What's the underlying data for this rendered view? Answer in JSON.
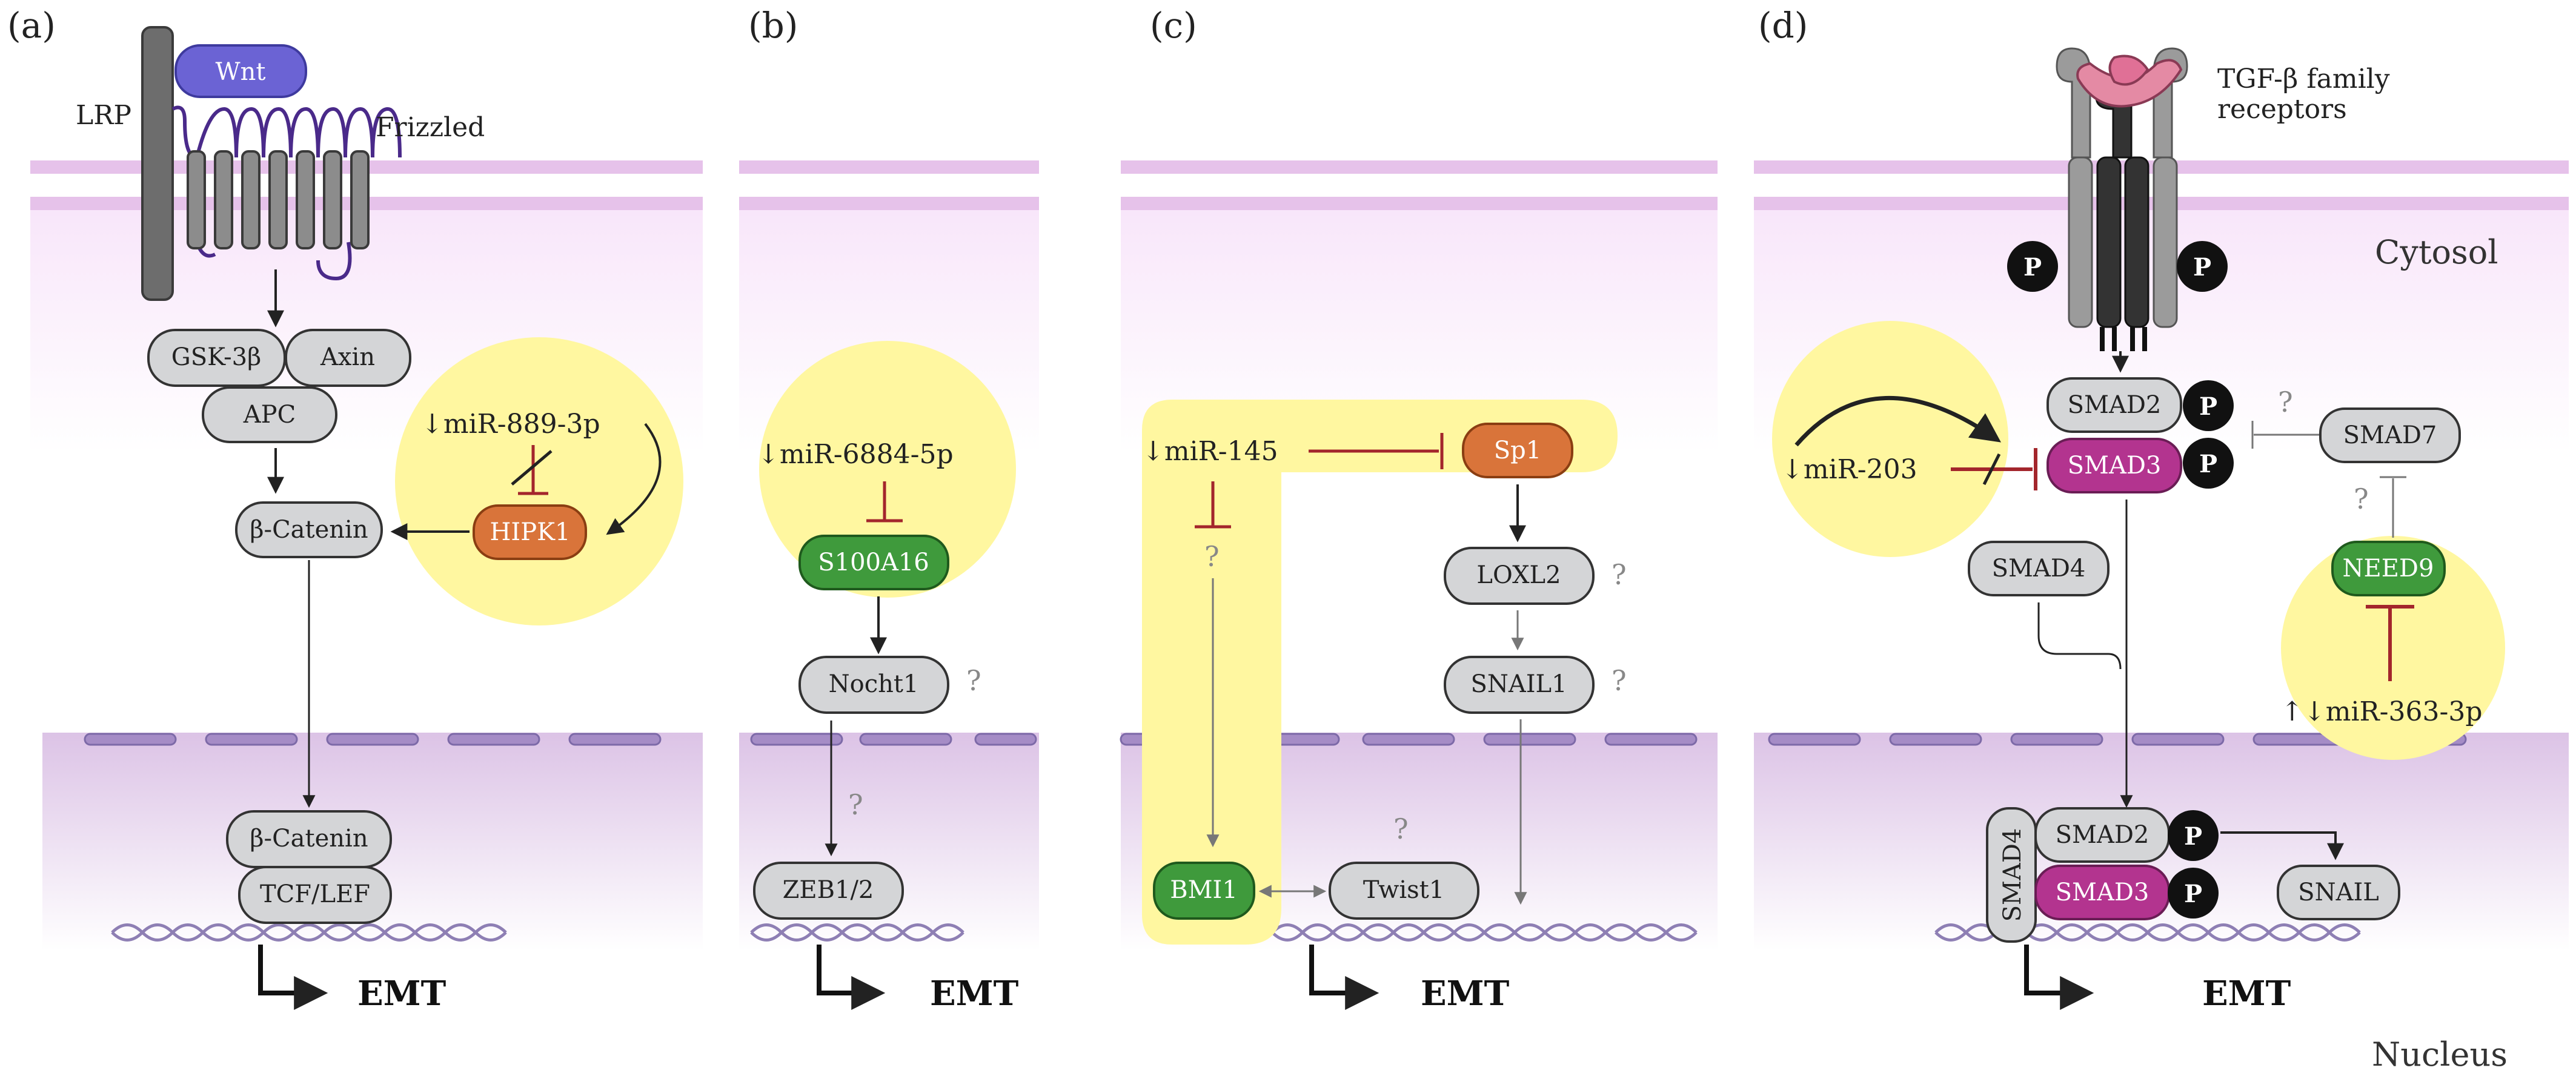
{
  "panels": {
    "a": {
      "label": "(a)",
      "lrp": "LRP",
      "wnt": "Wnt",
      "frizzled": "Frizzled",
      "gsk": "GSK-3β",
      "axin": "Axin",
      "apc": "APC",
      "bcat": "β-Catenin",
      "mir": "↓miR-889-3p",
      "hipk1": "HIPK1",
      "bcat_nuc": "β-Catenin",
      "tcf": "TCF/LEF",
      "emt": "EMT"
    },
    "b": {
      "label": "(b)",
      "mir": "↓miR-6884-5p",
      "s100": "S100A16",
      "nocht": "Nocht1",
      "zeb": "ZEB1/2",
      "emt": "EMT"
    },
    "c": {
      "label": "(c)",
      "mir": "↓miR-145",
      "sp1": "Sp1",
      "loxl2": "LOXL2",
      "snail1": "SNAIL1",
      "bmi1": "BMI1",
      "twist": "Twist1",
      "emt": "EMT"
    },
    "d": {
      "label": "(d)",
      "receptors_line1": "TGF-β family",
      "receptors_line2": "receptors",
      "p": "P",
      "smad2": "SMAD2",
      "smad3": "SMAD3",
      "smad7": "SMAD7",
      "smad4": "SMAD4",
      "mir203": "↓miR-203",
      "need9": "NEED9",
      "mir363": "↑↓miR-363-3p",
      "smad2_nuc": "SMAD2",
      "smad3_nuc": "SMAD3",
      "smad4_nuc": "SMAD4",
      "snail": "SNAIL",
      "emt": "EMT"
    }
  },
  "regions": {
    "cytosol": "Cytosol",
    "nucleus": "Nucleus"
  },
  "question_mark": "?",
  "colors": {
    "membrane": "#e3bde6",
    "cytosol_top": "#fbeffc",
    "nucleus": "#d9c0e3",
    "highlight": "#fff7a0",
    "grey_node": "#d4d5d7",
    "orange": "#d9743a",
    "green": "#3f9a3c",
    "magenta": "#b3348f",
    "wnt": "#6b63d4",
    "inhibit": "#a3262c"
  }
}
